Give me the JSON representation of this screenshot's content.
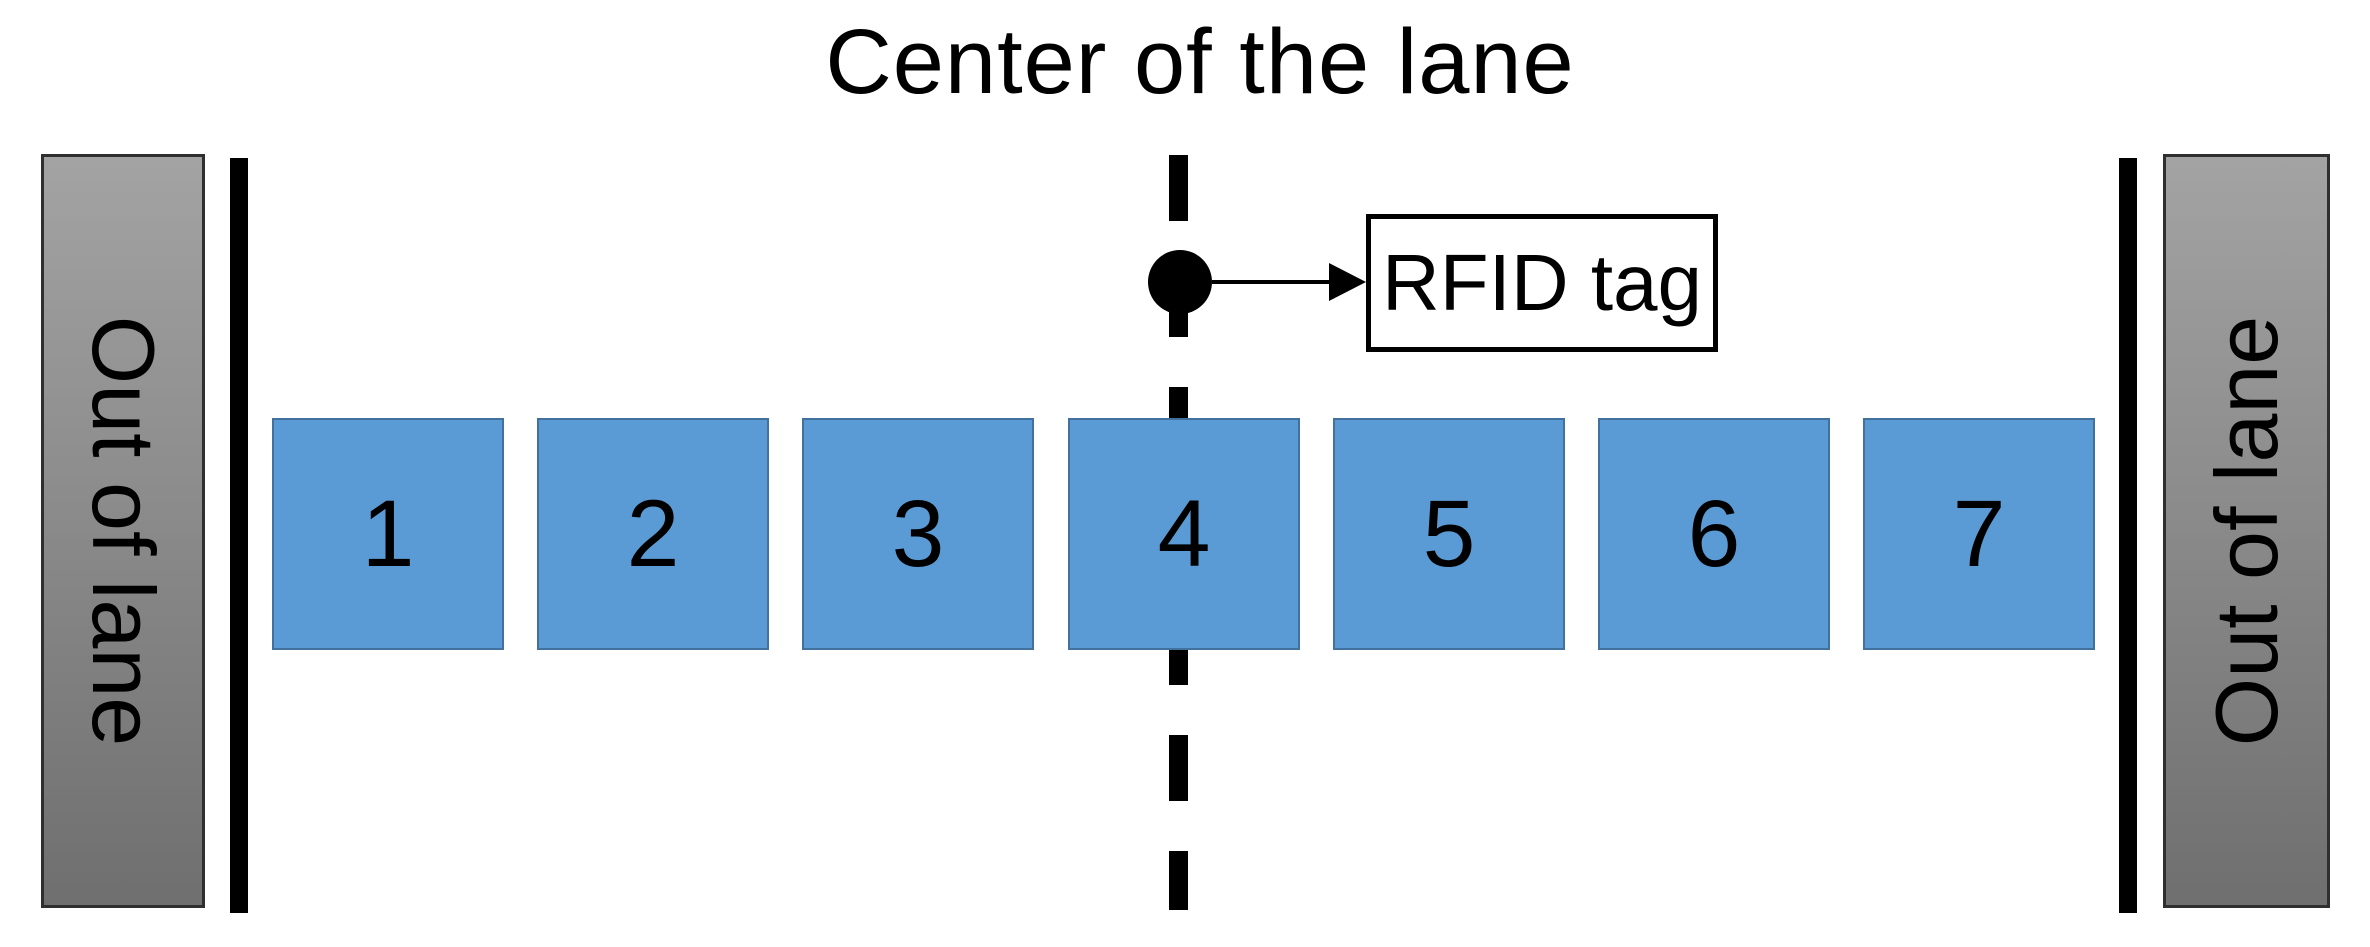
{
  "title": "Center of the lane",
  "rfid": {
    "label": "RFID tag"
  },
  "lane": {
    "sensors": [
      "1",
      "2",
      "3",
      "4",
      "5",
      "6",
      "7"
    ],
    "left_boundary_label": "Out of lane",
    "right_boundary_label": "Out of lane"
  },
  "icons": {
    "tag_dot": "filled-circle",
    "connector": "right-arrow",
    "center_line": "vertical-dashed-line"
  },
  "colors": {
    "sensor_fill": "#5b9bd5",
    "sensor_border": "#41719c",
    "boundary_gradient_top": "#a3a3a3",
    "boundary_gradient_bottom": "#6f6f6f",
    "boundary_border": "#2f2f2f",
    "line_black": "#000000",
    "background": "#ffffff"
  }
}
